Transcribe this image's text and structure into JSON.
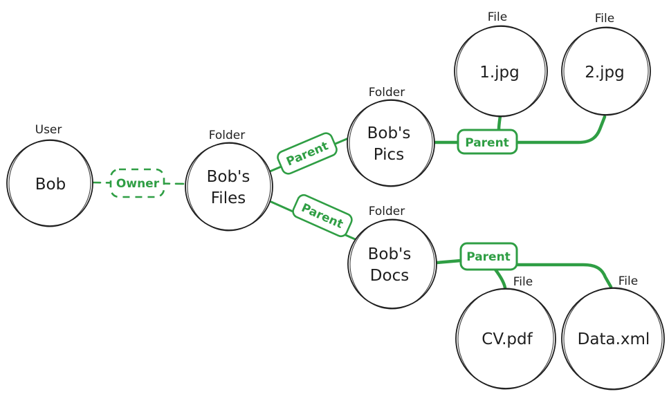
{
  "colors": {
    "background": "#ffffff",
    "ink": "#1e1e1e",
    "accent_green": "#2f9e44"
  },
  "nodes": {
    "bob": {
      "type_label": "User",
      "name": "Bob"
    },
    "files": {
      "type_label": "Folder",
      "line1": "Bob's",
      "line2": "Files"
    },
    "pics": {
      "type_label": "Folder",
      "line1": "Bob's",
      "line2": "Pics"
    },
    "docs": {
      "type_label": "Folder",
      "line1": "Bob's",
      "line2": "Docs"
    },
    "file1": {
      "type_label": "File",
      "name": "1.jpg"
    },
    "file2": {
      "type_label": "File",
      "name": "2.jpg"
    },
    "cv": {
      "type_label": "File",
      "name": "CV.pdf"
    },
    "data": {
      "type_label": "File",
      "name": "Data.xml"
    }
  },
  "edges": {
    "owner": {
      "label": "Owner"
    },
    "parent_files_pics": {
      "label": "Parent"
    },
    "parent_files_docs": {
      "label": "Parent"
    },
    "parent_pics_jpgs": {
      "label": "Parent"
    },
    "parent_docs_files": {
      "label": "Parent"
    }
  }
}
